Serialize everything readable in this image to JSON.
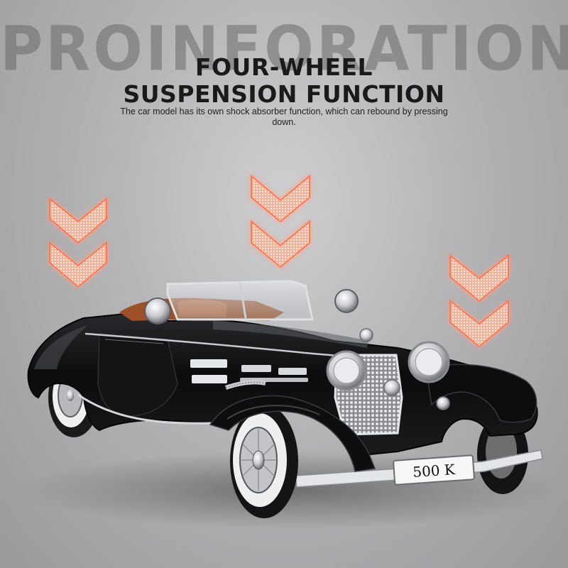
{
  "background_word": "PROINFORATION",
  "title_line1": "FOUR-WHEEL",
  "title_line2": "SUSPENSION FUNCTION",
  "subtitle": "The car model has its own shock absorber function, which can rebound by pressing down.",
  "plate_text": "500 K",
  "colors": {
    "background": "#b4b4b7",
    "chevron_fill": "#f1a58d",
    "chevron_glow": "#ff6b45",
    "car_body": "#0d0d0f",
    "chrome": "#d9dadd",
    "interior": "#a0552c",
    "tire_wall": "#efefef"
  }
}
